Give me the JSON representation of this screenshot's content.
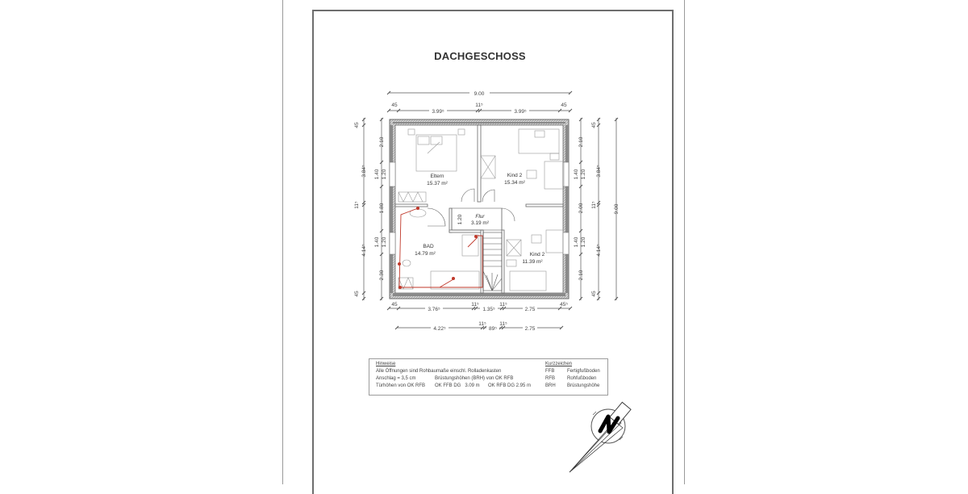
{
  "page": {
    "title": "DACHGESCHOSS"
  },
  "rooms": [
    {
      "name": "Eltern",
      "area": "15.37 m²"
    },
    {
      "name": "Kind 2",
      "area": "15.34 m²"
    },
    {
      "name": "Flur",
      "area": "3.19 m²"
    },
    {
      "name": "BAD",
      "area": "14.79 m²"
    },
    {
      "name": "Kind 2",
      "area": "11.39 m²"
    }
  ],
  "dimensions": {
    "top_overall": "9.00",
    "top_parts": [
      "45",
      "3.99⁵",
      "11⁵",
      "3.99⁵",
      "45"
    ],
    "bottom_row1": [
      "45",
      "3.76⁵",
      "11⁵",
      "1.35⁵",
      "11⁵",
      "2.75",
      "45⁵"
    ],
    "bottom_row2": [
      "4.22⁵",
      "11⁵",
      "89⁵",
      "11⁵",
      "2.75"
    ],
    "left_outer": [
      "45",
      "3.84⁵",
      "11⁵",
      "4.14⁵",
      "45"
    ],
    "left_inner": [
      "2.10",
      "1.40",
      "1.20",
      "1.80",
      "1.40",
      "1.20",
      "2.30"
    ],
    "right_inner": [
      "2.10",
      "1.40",
      "1.20",
      "2.00",
      "1.40",
      "1.20",
      "2.10"
    ],
    "right_outer": [
      "45",
      "3.84⁵",
      "11⁵",
      "4.14⁵",
      "45"
    ],
    "right_overall": "9.00",
    "flur_width": "1.20"
  },
  "legend": {
    "hinweise_title": "Hinweise",
    "line1": "Alle Öffnungen sind Rohbaumaße einschl. Rolladenkasten",
    "line2a": "Anschlag = 3,5 cm",
    "line2b": "Brüstungshöhen (BRH) von OK RFB",
    "line3a": "Türhöhen von OK RFB",
    "line3b": "OK FFB DG   3.09 m",
    "line3c": "OK RFB DG 2.95 m",
    "kurz_title": "Kurzzeichen",
    "abbreviations": [
      {
        "code": "FFB",
        "meaning": "Fertigfußboden"
      },
      {
        "code": "RFB",
        "meaning": "Rohfußboden"
      },
      {
        "code": "BRH",
        "meaning": "Brüstungshöhe"
      }
    ]
  },
  "north_arrow": {
    "label": "N"
  },
  "colors": {
    "wall": "#7a7a7a",
    "wall_hatch": "#c8c8c8",
    "line": "#555555",
    "electric": "#c0392b"
  }
}
